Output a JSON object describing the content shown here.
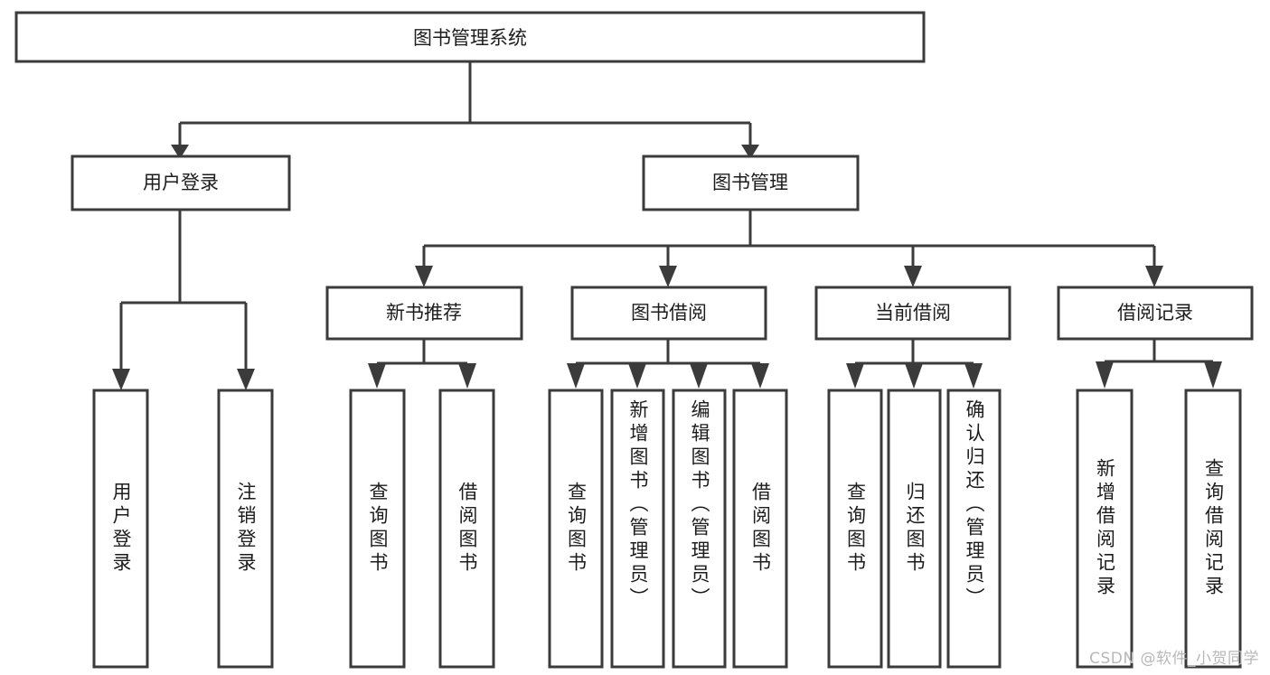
{
  "diagram": {
    "type": "tree-hierarchy-chart",
    "title": "图书管理系统",
    "orientation": "top-down",
    "colors": {
      "box_fill": "#ffffff",
      "box_stroke": "#3b3b3b",
      "text": "#1c1c1c",
      "connector": "#3b3b3b",
      "background": "#ffffff",
      "watermark": "#b8b8b8"
    },
    "levels": {
      "root": {
        "label": "图书管理系统"
      },
      "level2": [
        {
          "label": "用户登录"
        },
        {
          "label": "图书管理"
        }
      ],
      "level3": [
        {
          "label": "新书推荐"
        },
        {
          "label": "图书借阅"
        },
        {
          "label": "当前借阅"
        },
        {
          "label": "借阅记录"
        }
      ],
      "leaves": [
        {
          "label": "用户登录"
        },
        {
          "label": "注销登录"
        },
        {
          "label": "查询图书"
        },
        {
          "label": "借阅图书"
        },
        {
          "label": "查询图书"
        },
        {
          "label": "新增图书（管理员）"
        },
        {
          "label": "编辑图书（管理员）"
        },
        {
          "label": "借阅图书"
        },
        {
          "label": "查询图书"
        },
        {
          "label": "归还图书"
        },
        {
          "label": "确认归还（管理员）"
        },
        {
          "label": "新增借阅记录"
        },
        {
          "label": "查询借阅记录"
        }
      ]
    },
    "edges": [
      {
        "from": "图书管理系统",
        "to": "用户登录"
      },
      {
        "from": "图书管理系统",
        "to": "图书管理"
      },
      {
        "from": "用户登录",
        "to": "用户登录"
      },
      {
        "from": "用户登录",
        "to": "注销登录"
      },
      {
        "from": "图书管理",
        "to": "新书推荐"
      },
      {
        "from": "图书管理",
        "to": "图书借阅"
      },
      {
        "from": "图书管理",
        "to": "当前借阅"
      },
      {
        "from": "图书管理",
        "to": "借阅记录"
      },
      {
        "from": "新书推荐",
        "to": "查询图书"
      },
      {
        "from": "新书推荐",
        "to": "借阅图书"
      },
      {
        "from": "图书借阅",
        "to": "查询图书"
      },
      {
        "from": "图书借阅",
        "to": "新增图书（管理员）"
      },
      {
        "from": "图书借阅",
        "to": "编辑图书（管理员）"
      },
      {
        "from": "图书借阅",
        "to": "借阅图书"
      },
      {
        "from": "当前借阅",
        "to": "查询图书"
      },
      {
        "from": "当前借阅",
        "to": "归还图书"
      },
      {
        "from": "当前借阅",
        "to": "确认归还（管理员）"
      },
      {
        "from": "借阅记录",
        "to": "新增借阅记录"
      },
      {
        "from": "借阅记录",
        "to": "查询借阅记录"
      }
    ]
  },
  "watermark": {
    "text": "CSDN @软件_小贺同学"
  }
}
